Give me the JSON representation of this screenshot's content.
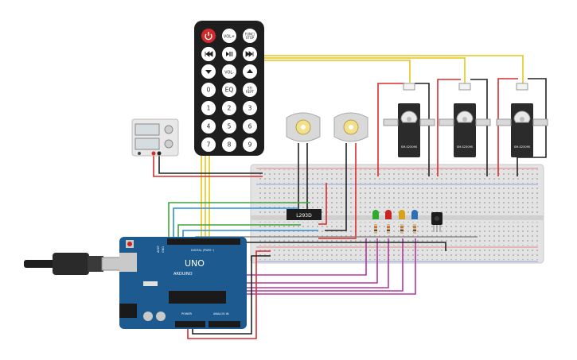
{
  "remote": {
    "keys": [
      [
        "power-icon",
        "VOL+",
        "FUNC/\nSTOP"
      ],
      [
        "prev-icon",
        "play-pause-icon",
        "next-icon"
      ],
      [
        "down-icon",
        "VOL-",
        "up-icon"
      ],
      [
        "0",
        "EQ",
        "ST/\nREPT"
      ],
      [
        "1",
        "2",
        "3"
      ],
      [
        "4",
        "5",
        "6"
      ],
      [
        "7",
        "8",
        "9"
      ]
    ]
  },
  "arduino": {
    "board_label": "UNO",
    "brand": "ARDUINO",
    "digital_label": "DIGITAL (PWM~)",
    "power_label": "POWER",
    "analog_label": "ANALOG IN",
    "aref": "AREF",
    "gnd": "GND"
  },
  "driver_chip": {
    "label": "L293D"
  },
  "servos": [
    {
      "label": "SM-S2309S"
    },
    {
      "label": "SM-S2309S"
    },
    {
      "label": "SM-S2309S"
    }
  ],
  "colors": {
    "wire_yellow": "#e6c619",
    "wire_red": "#d92b2b",
    "wire_black": "#222222",
    "wire_green": "#3fa33f",
    "wire_blue": "#2f8fd8",
    "wire_magenta": "#b1389f",
    "wire_grey": "#8a8a8a",
    "arduino_blue": "#1d5a8f",
    "led_green": "#2eab2e",
    "led_red": "#c72323",
    "led_yellow": "#d6a21a",
    "led_blue": "#2d6fb8"
  }
}
